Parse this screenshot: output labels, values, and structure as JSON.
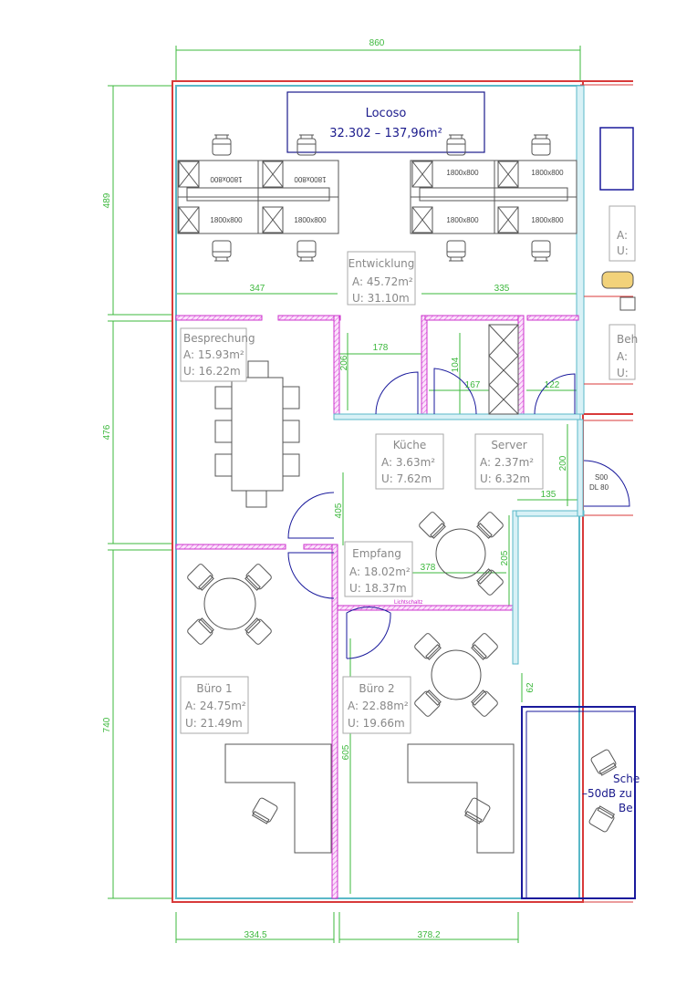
{
  "title": {
    "line1": "Locoso",
    "line2": "32.302 – 137,96m²"
  },
  "dimensions": {
    "top": "860",
    "left_489": "489",
    "left_476": "476",
    "left_740": "740",
    "w347": "347",
    "w335": "335",
    "d178": "178",
    "d206": "206",
    "d104": "104",
    "d167": "167",
    "d122": "122",
    "d200": "200",
    "d135": "135",
    "d405": "405",
    "d205": "205",
    "d378": "378",
    "d62": "62",
    "d605": "605",
    "bottom_left": "334.5",
    "bottom_right": "378.2"
  },
  "desks": {
    "label": "1800x800"
  },
  "rooms": {
    "entwicklung": {
      "name": "Entwicklung",
      "area": "A:  45.72m²",
      "perimeter": "U:  31.10m"
    },
    "besprechung": {
      "name": "Besprechung",
      "area": "A:  15.93m²",
      "perimeter": "U:  16.22m"
    },
    "kueche": {
      "name": "Küche",
      "area": "A:  3.63m²",
      "perimeter": "U:  7.62m"
    },
    "server": {
      "name": "Server",
      "area": "A:  2.37m²",
      "perimeter": "U:  6.32m"
    },
    "empfang": {
      "name": "Empfang",
      "area": "A:  18.02m²",
      "perimeter": "U:  18.37m"
    },
    "buero1": {
      "name": "Büro 1",
      "area": "A:  24.75m²",
      "perimeter": "U:  21.49m"
    },
    "buero2": {
      "name": "Büro 2",
      "area": "A:  22.88m²",
      "perimeter": "U:  19.66m"
    }
  },
  "edge_fragments": {
    "right_a1": "A:",
    "right_u1": "U:",
    "right_beh": "Beh",
    "right_a2": "A:",
    "right_u2": "U:",
    "sche": "Sche",
    "db": "–50dB  zu",
    "be": "Be"
  },
  "misc": {
    "s500": "S00",
    "door_note": "DL 80",
    "kitchen_note": "Lichtschaltz"
  }
}
